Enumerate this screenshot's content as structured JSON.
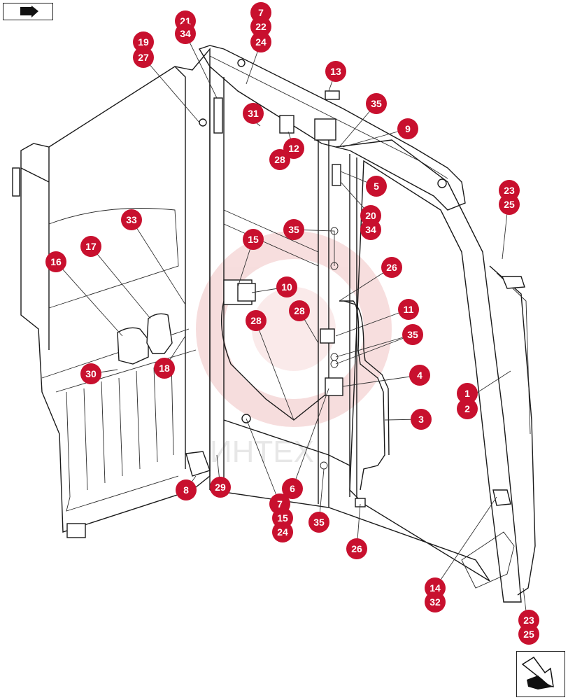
{
  "diagram": {
    "callouts": [
      "1",
      "2",
      "3",
      "4",
      "5",
      "6",
      "7",
      "8",
      "9",
      "10",
      "11",
      "12",
      "13",
      "14",
      "15",
      "16",
      "17",
      "18",
      "19",
      "20",
      "21",
      "22",
      "23",
      "24",
      "25",
      "26",
      "27",
      "28",
      "29",
      "30",
      "31",
      "32",
      "33",
      "34",
      "35"
    ],
    "labels": {
      "c1": "1",
      "c2": "2",
      "c3": "3",
      "c4": "4",
      "c5": "5",
      "c6": "6",
      "c7": "7",
      "c8": "8",
      "c9": "9",
      "c10": "10",
      "c11": "11",
      "c12": "12",
      "c13": "13",
      "c14": "14",
      "c15": "15",
      "c16": "16",
      "c17": "17",
      "c18": "18",
      "c19": "19",
      "c20": "20",
      "c21": "21",
      "c22": "22",
      "c23": "23",
      "c24": "24",
      "c25": "25",
      "c26": "26",
      "c27": "27",
      "c28": "28",
      "c29": "29",
      "c30": "30",
      "c31": "31",
      "c32": "32",
      "c33": "33",
      "c34": "34",
      "c35": "35"
    },
    "colors": {
      "callout": "#c8102e",
      "line": "#1a1a1a",
      "watermark": "#e8a0a0"
    },
    "icons": {
      "prev": "arrow-right-icon",
      "next": "arrow-down-right-icon"
    }
  }
}
